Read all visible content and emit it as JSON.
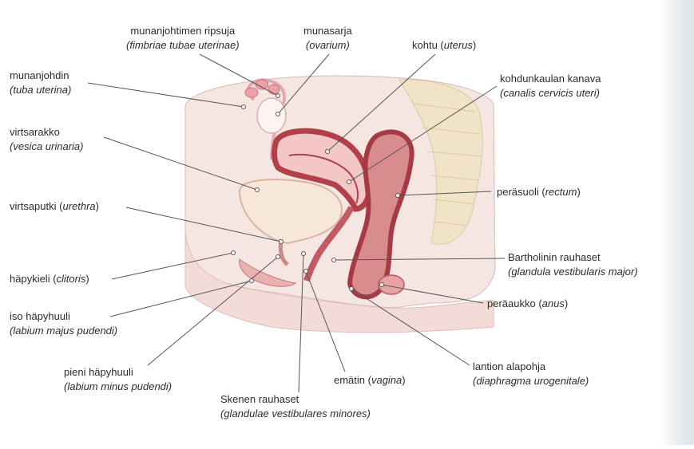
{
  "colors": {
    "background": "#ffffff",
    "tissue": "#f6e6e2",
    "uterus": "#b2404a",
    "rectum_wall": "#a63a44",
    "spine": "#f0e3c8",
    "leader_line": "#555555",
    "text": "#2b2b2b"
  },
  "labels": {
    "munanjohtimen_ripsuja": {
      "a": "munanjohtimen ripsuja",
      "b": "(fimbriae tubae uterinae)"
    },
    "munasarja": {
      "a": "munasarja",
      "b": "(ovarium)"
    },
    "kohtu": {
      "a": "kohtu (",
      "b": "uterus",
      "c": ")"
    },
    "munanjohdin": {
      "a": "munanjohdin",
      "b": "(tuba uterina)"
    },
    "kohdunkaulan_kanava": {
      "a": "kohdunkaulan kanava",
      "b": "(canalis cervicis uteri)"
    },
    "virtsarakko": {
      "a": "virtsarakko",
      "b": "(vesica urinaria)"
    },
    "perasuoli": {
      "a": "peräsuoli (",
      "b": "rectum",
      "c": ")"
    },
    "virtsaputki": {
      "a": "virtsaputki (",
      "b": "urethra",
      "c": ")"
    },
    "bartholinin": {
      "a": "Bartholinin rauhaset",
      "b": "(glandula vestibularis major)"
    },
    "hapykieli": {
      "a": "häpykieli (",
      "b": "clitoris",
      "c": ")"
    },
    "peraaukko": {
      "a": "peräaukko (",
      "b": "anus",
      "c": ")"
    },
    "iso_hapyhuuli": {
      "a": "iso häpyhuuli",
      "b": "(labium majus pudendi)"
    },
    "lantion_alapohja": {
      "a": "lantion alapohja",
      "b": "(diaphragma urogenitale)"
    },
    "pieni_hapyhuuli": {
      "a": "pieni häpyhuuli",
      "b": "(labium minus pudendi)"
    },
    "ematin": {
      "a": "emätin (",
      "b": "vagina",
      "c": ")"
    },
    "skenen": {
      "a": "Skenen rauhaset",
      "b": "(glandulae vestibulares minores)"
    }
  }
}
